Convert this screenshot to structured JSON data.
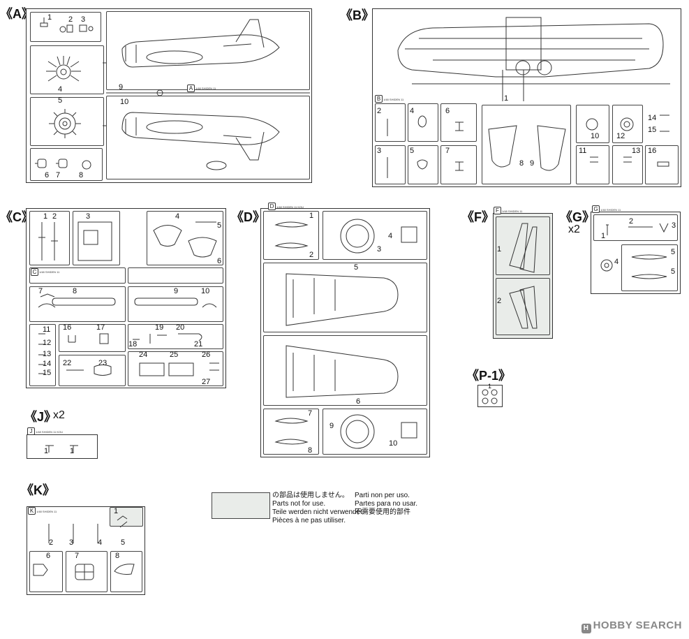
{
  "sprues": [
    {
      "id": "A",
      "label": "《A》",
      "multiplier": "",
      "tag": "1/48 SHIDEN 11",
      "parts": [
        "1",
        "2",
        "3",
        "4",
        "5",
        "6",
        "7",
        "8",
        "9",
        "10"
      ]
    },
    {
      "id": "B",
      "label": "《B》",
      "multiplier": "",
      "tag": "1/48 SHIDEN 11",
      "parts": [
        "1",
        "2",
        "3",
        "4",
        "5",
        "6",
        "7",
        "8",
        "9",
        "10",
        "11",
        "12",
        "13",
        "14",
        "15",
        "16"
      ]
    },
    {
      "id": "C",
      "label": "《C》",
      "multiplier": "",
      "tag": "1/48 SHIDEN 11",
      "parts": [
        "1",
        "2",
        "3",
        "4",
        "5",
        "6",
        "7",
        "8",
        "9",
        "10",
        "11",
        "12",
        "13",
        "14",
        "15",
        "16",
        "17",
        "18",
        "19",
        "20",
        "21",
        "22",
        "23",
        "24",
        "25",
        "26",
        "27"
      ]
    },
    {
      "id": "D",
      "label": "《D》",
      "multiplier": "",
      "tag": "1/48 SHIDEN 11 KOU",
      "parts": [
        "1",
        "2",
        "3",
        "4",
        "5",
        "6",
        "7",
        "8",
        "9",
        "10"
      ]
    },
    {
      "id": "F",
      "label": "《F》",
      "multiplier": "",
      "tag": "1/48 SHIDEN 11",
      "parts": [
        "1",
        "2"
      ]
    },
    {
      "id": "G",
      "label": "《G》",
      "multiplier": "x2",
      "tag": "1/48 SHIDEN 11",
      "parts": [
        "1",
        "2",
        "3",
        "4",
        "5",
        "5"
      ]
    },
    {
      "id": "P1",
      "label": "《P-1》",
      "multiplier": "",
      "tag": "",
      "parts": [
        "1"
      ]
    },
    {
      "id": "J",
      "label": "《J》",
      "multiplier": "x2",
      "tag": "1/48 SHIDEN 11 KOU",
      "parts": [
        "1",
        "1"
      ]
    },
    {
      "id": "K",
      "label": "《K》",
      "multiplier": "",
      "tag": "1/48 SHIDEN 11",
      "parts": [
        "1",
        "2",
        "3",
        "4",
        "5",
        "6",
        "7",
        "8"
      ]
    }
  ],
  "legend": {
    "jp": "の部品は使用しません。",
    "en": "Parts not for use.",
    "de": "Teile werden nicht verwendet.",
    "fr": "Pièces à ne pas utiliser.",
    "it": "Parti non per uso.",
    "es": "Partes para no usar.",
    "zh": "不需要使用的部件"
  },
  "watermark": {
    "brand": "HOBBY SEARCH"
  },
  "colors": {
    "line": "#333333",
    "unused": "#e9ece9",
    "ink": "#111111"
  }
}
